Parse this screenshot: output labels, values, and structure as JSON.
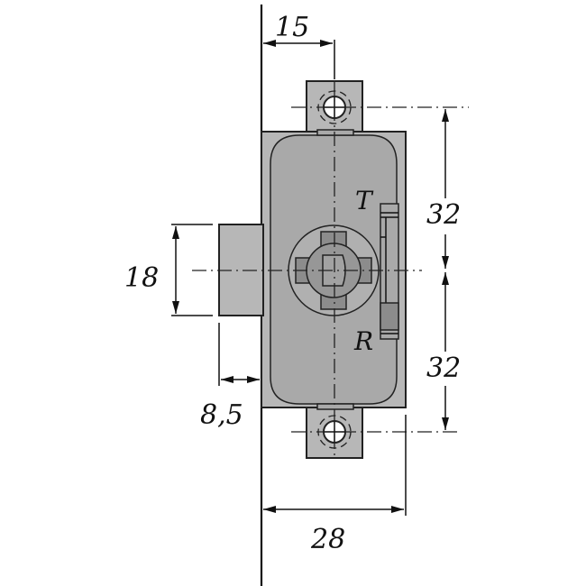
{
  "diagram": {
    "type": "technical-drawing",
    "subject": "cam lock dimension drawing",
    "colors": {
      "background": "#ffffff",
      "body": "#b7b7b7",
      "inner_panel": "#a9a9a9",
      "hub": "#8c8c8c",
      "lines": "#111111"
    },
    "dimensions": {
      "top_offset": "15",
      "upper_hole_spacing": "32",
      "lower_hole_spacing": "32",
      "bolt_height": "18",
      "bolt_projection": "8,5",
      "overall_depth": "28"
    },
    "markings": {
      "upper": "T",
      "lower": "R"
    }
  }
}
